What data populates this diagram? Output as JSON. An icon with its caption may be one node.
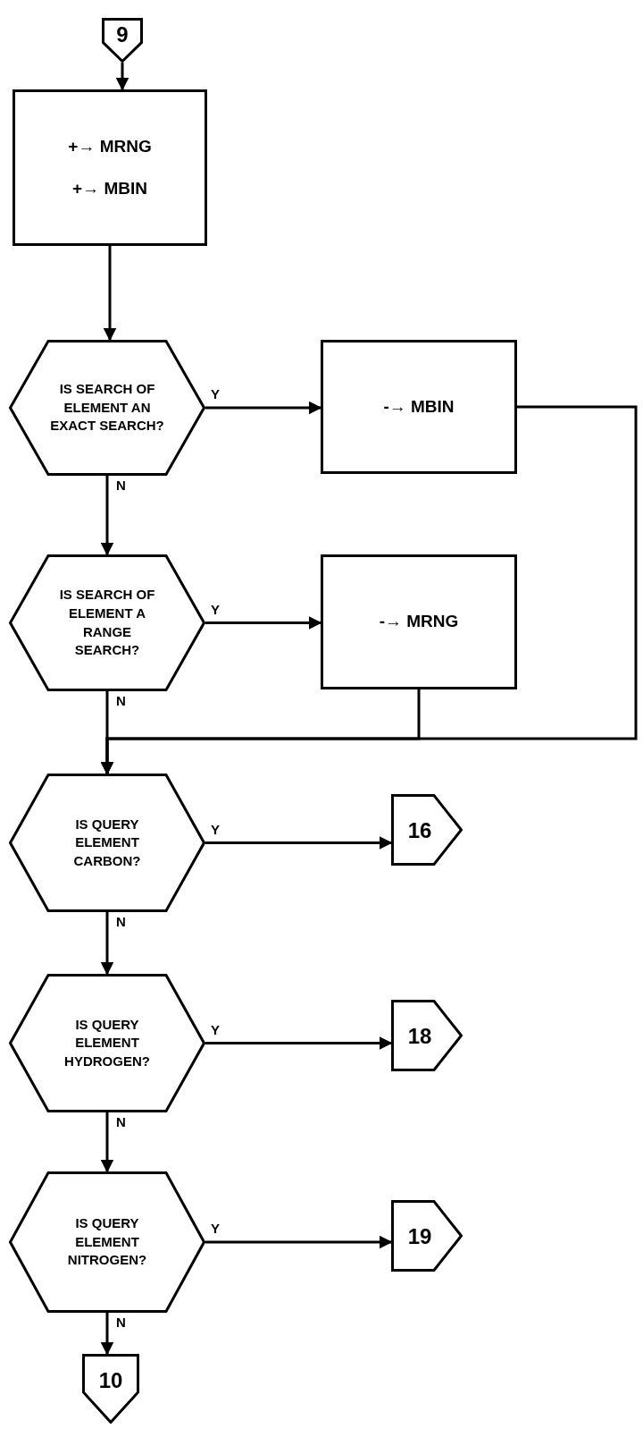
{
  "diagram": {
    "nodes": [
      {
        "text": [
          "9"
        ]
      },
      {
        "text": [
          "+→ MRNG",
          "+→ MBIN"
        ]
      },
      {
        "text": [
          "IS SEARCH OF ELEMENT AN EXACT SEARCH?"
        ]
      },
      {
        "text": [
          "-→ MBIN"
        ]
      },
      {
        "text": [
          "IS SEARCH OF ELEMENT A RANGE SEARCH?"
        ]
      },
      {
        "text": [
          "-→ MRNG"
        ]
      },
      {
        "text": [
          "IS QUERY ELEMENT CARBON?"
        ]
      },
      {
        "text": [
          "16"
        ]
      },
      {
        "text": [
          "IS QUERY ELEMENT HYDROGEN?"
        ]
      },
      {
        "text": [
          "18"
        ]
      },
      {
        "text": [
          "IS QUERY ELEMENT NITROGEN?"
        ]
      },
      {
        "text": [
          "19"
        ]
      },
      {
        "text": [
          "10"
        ]
      }
    ],
    "edges": [
      {
        "from": 0,
        "to": 1,
        "arrow": "to"
      },
      {
        "from": 1,
        "to": 2,
        "arrow": "to"
      },
      {
        "from": 2,
        "to": 3,
        "arrow": "to",
        "label": "Y"
      },
      {
        "from": 2,
        "to": 4,
        "arrow": "to",
        "label": "N"
      },
      {
        "from": 4,
        "to": 5,
        "arrow": "to",
        "label": "Y"
      },
      {
        "from": 4,
        "to": 6,
        "arrow": "to",
        "label": "N"
      },
      {
        "from": 3,
        "to": 6,
        "arrow": "to"
      },
      {
        "from": 5,
        "to": 6,
        "arrow": "to"
      },
      {
        "from": 6,
        "to": 7,
        "arrow": "to",
        "label": "Y"
      },
      {
        "from": 6,
        "to": 8,
        "arrow": "to",
        "label": "N"
      },
      {
        "from": 8,
        "to": 9,
        "arrow": "to",
        "label": "Y"
      },
      {
        "from": 8,
        "to": 10,
        "arrow": "to",
        "label": "N"
      },
      {
        "from": 10,
        "to": 11,
        "arrow": "to",
        "label": "Y"
      },
      {
        "from": 10,
        "to": 12,
        "arrow": "to",
        "label": "N"
      }
    ]
  }
}
